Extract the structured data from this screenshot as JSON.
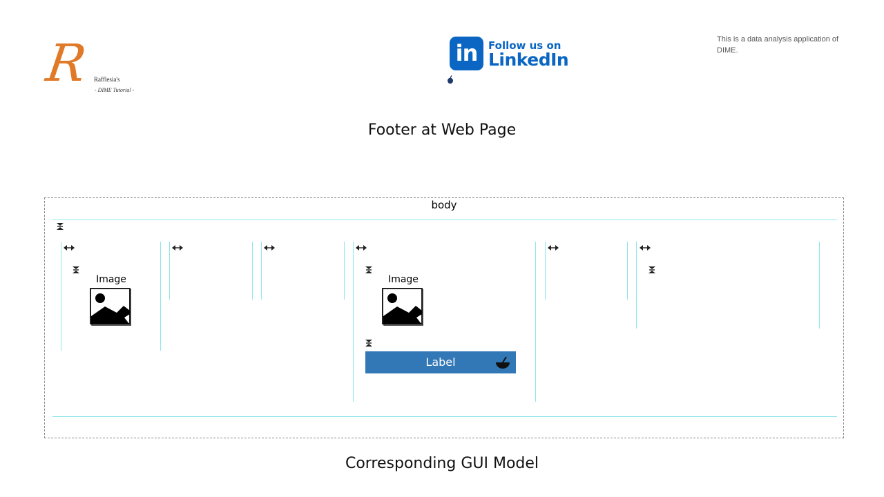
{
  "web_footer": {
    "logo": {
      "letter": "R",
      "name": "Rafflesia's",
      "subtitle": "- DIME Tutorial -",
      "color": "#e07a28"
    },
    "linkedin": {
      "icon_text": "in",
      "follow_text": "Follow us on",
      "brand_text": "LinkedIn",
      "color": "#0a66c2"
    },
    "description": "This is a data analysis application of DIME.",
    "caption": "Footer at Web Page"
  },
  "gui_model": {
    "body_label": "body",
    "image_labels": [
      "Image",
      "Image"
    ],
    "label_button": "Label",
    "button_color": "#3378b6",
    "line_color": "#8ee6ee",
    "caption": "Corresponding GUI Model",
    "icons": {
      "vertical_layout": "vertical-layout-icon",
      "horizontal_layout": "horizontal-layout-icon",
      "image_placeholder": "image-placeholder-icon",
      "item_icon": "bowl-icon"
    }
  }
}
